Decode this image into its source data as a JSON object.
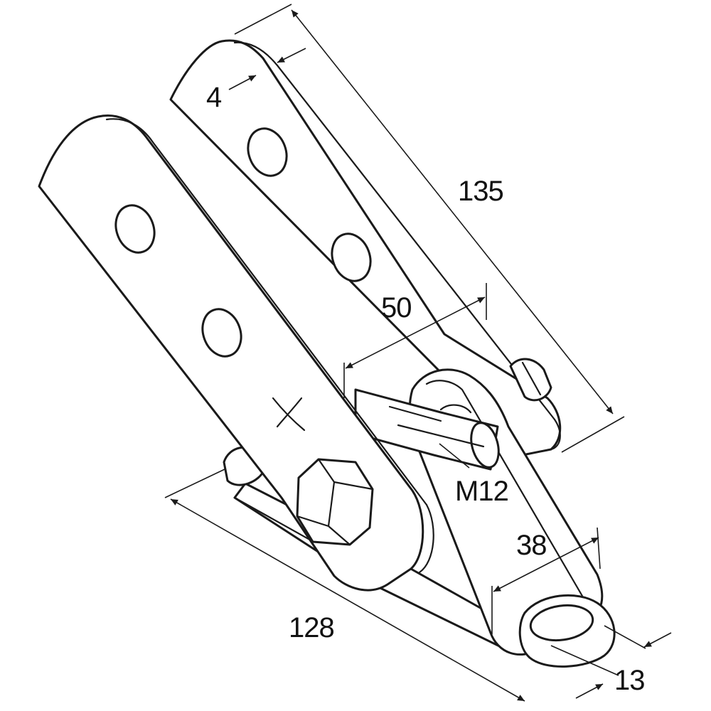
{
  "drawing": {
    "dimensions": {
      "thickness": "4",
      "height": "135",
      "pin_spacing": "50",
      "bolt": "M12",
      "eye_width": "38",
      "length": "128",
      "eye_hole": "13"
    }
  }
}
